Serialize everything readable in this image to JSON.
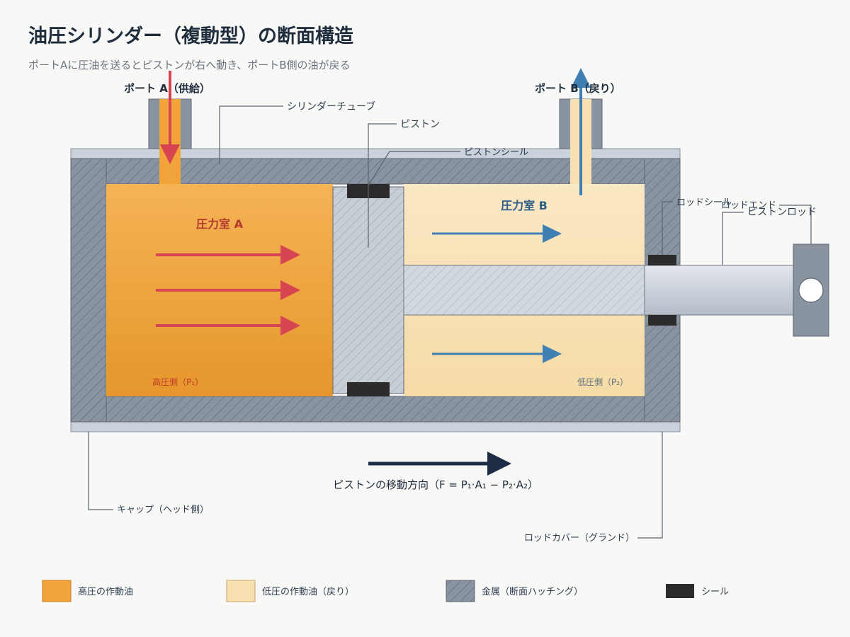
{
  "title": "油圧シリンダー（複動型）の断面構造",
  "subtitle": "ポートAに圧油を送るとピストンが右へ動き、ポートB側の油が戻る",
  "ports": {
    "a": "ポート A（供給）",
    "b": "ポート B（戻り）"
  },
  "callouts": {
    "cylinder_tube": "シリンダーチューブ",
    "piston": "ピストン",
    "piston_seal": "ピストンシール",
    "rod_seal": "ロッドシール",
    "rod_end": "ロッドエンド",
    "piston_rod": "ピストンロッド",
    "cap": "キャップ（ヘッド側）",
    "rod_cover": "ロッドカバー（グランド）"
  },
  "chambers": {
    "a_label": "圧力室 A",
    "b_label": "圧力室 B",
    "a_side": "高圧側（P₁）",
    "b_side": "低圧側（P₂）"
  },
  "direction_label": "ピストンの移動方向（F = P₁·A₁ − P₂·A₂）",
  "legend": [
    {
      "label": "高圧の作動油",
      "swatch": "high-pressure"
    },
    {
      "label": "低圧の作動油（戻り）",
      "swatch": "low-pressure"
    },
    {
      "label": "金属（断面ハッチング）",
      "swatch": "metal"
    },
    {
      "label": "シール",
      "swatch": "seal"
    }
  ],
  "colors": {
    "high_pressure_oil": "#f0a43a",
    "low_pressure_oil": "#f8e0b0",
    "metal": "#8a94a0",
    "seal": "#2b2b2b",
    "supply_arrow": "#d64550",
    "return_arrow": "#3f7fb3",
    "direction_arrow": "#1f2d45"
  }
}
